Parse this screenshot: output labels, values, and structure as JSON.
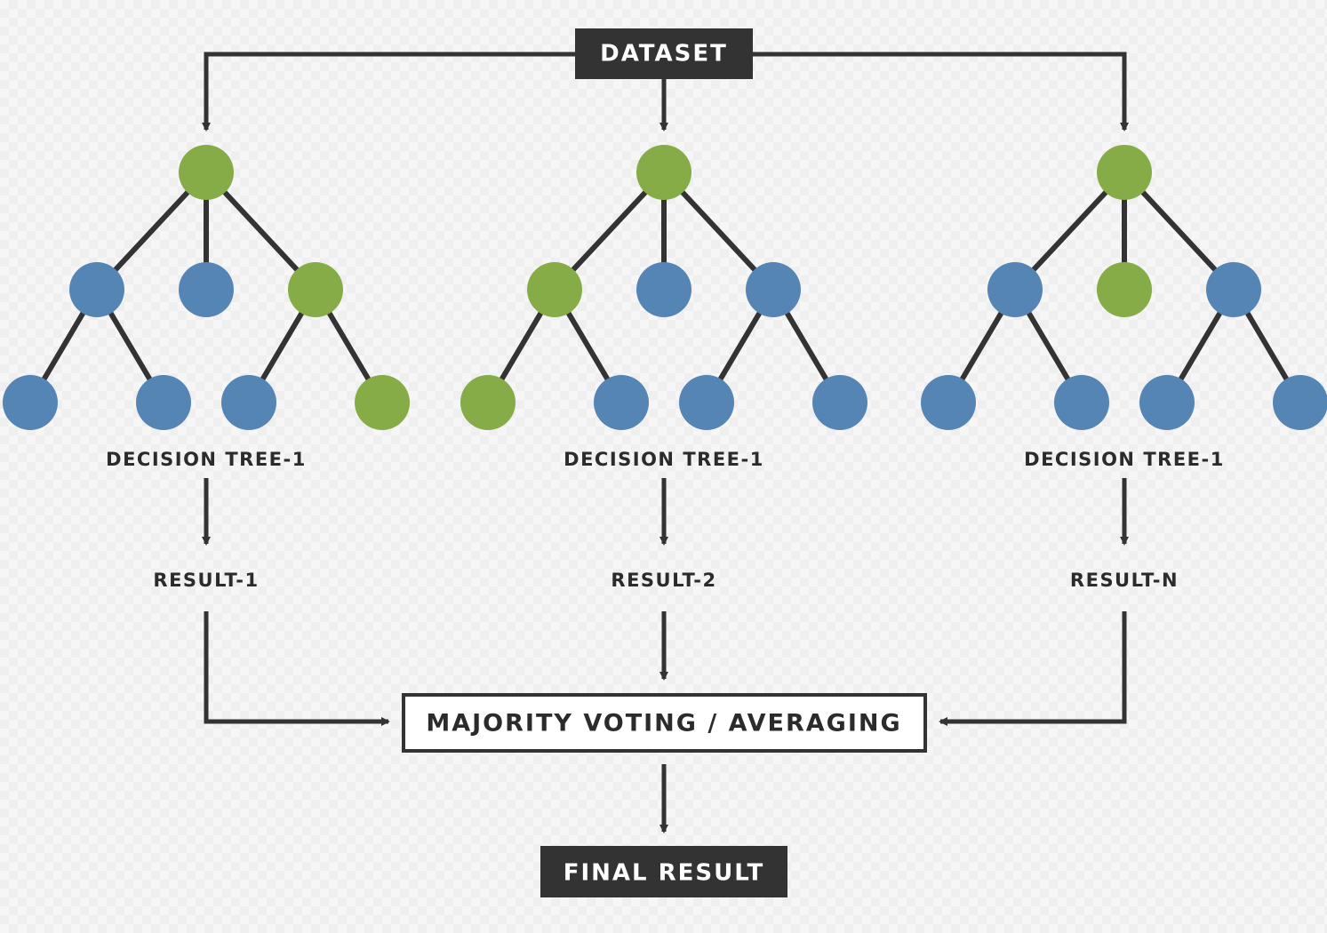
{
  "colors": {
    "line": "#333333",
    "box_fill": "#333333",
    "box_text": "#ffffff",
    "outline_box_fill": "#ffffff",
    "node_green": "#86ac47",
    "node_blue": "#5585b5",
    "label_text": "#2b2b2b"
  },
  "dataset_label": "DATASET",
  "trees": [
    {
      "label": "DECISION TREE-1",
      "result": "RESULT-1",
      "root": "green",
      "level1": [
        "blue",
        "blue",
        "green"
      ],
      "level2": [
        "blue",
        "blue",
        "blue",
        "green"
      ]
    },
    {
      "label": "DECISION TREE-1",
      "result": "RESULT-2",
      "root": "green",
      "level1": [
        "green",
        "blue",
        "blue"
      ],
      "level2": [
        "green",
        "blue",
        "blue",
        "blue"
      ]
    },
    {
      "label": "DECISION TREE-1",
      "result": "RESULT-N",
      "root": "green",
      "level1": [
        "blue",
        "green",
        "blue"
      ],
      "level2": [
        "blue",
        "blue",
        "blue",
        "blue"
      ]
    }
  ],
  "aggregation_label": "MAJORITY VOTING / AVERAGING",
  "final_label": "FINAL RESULT"
}
